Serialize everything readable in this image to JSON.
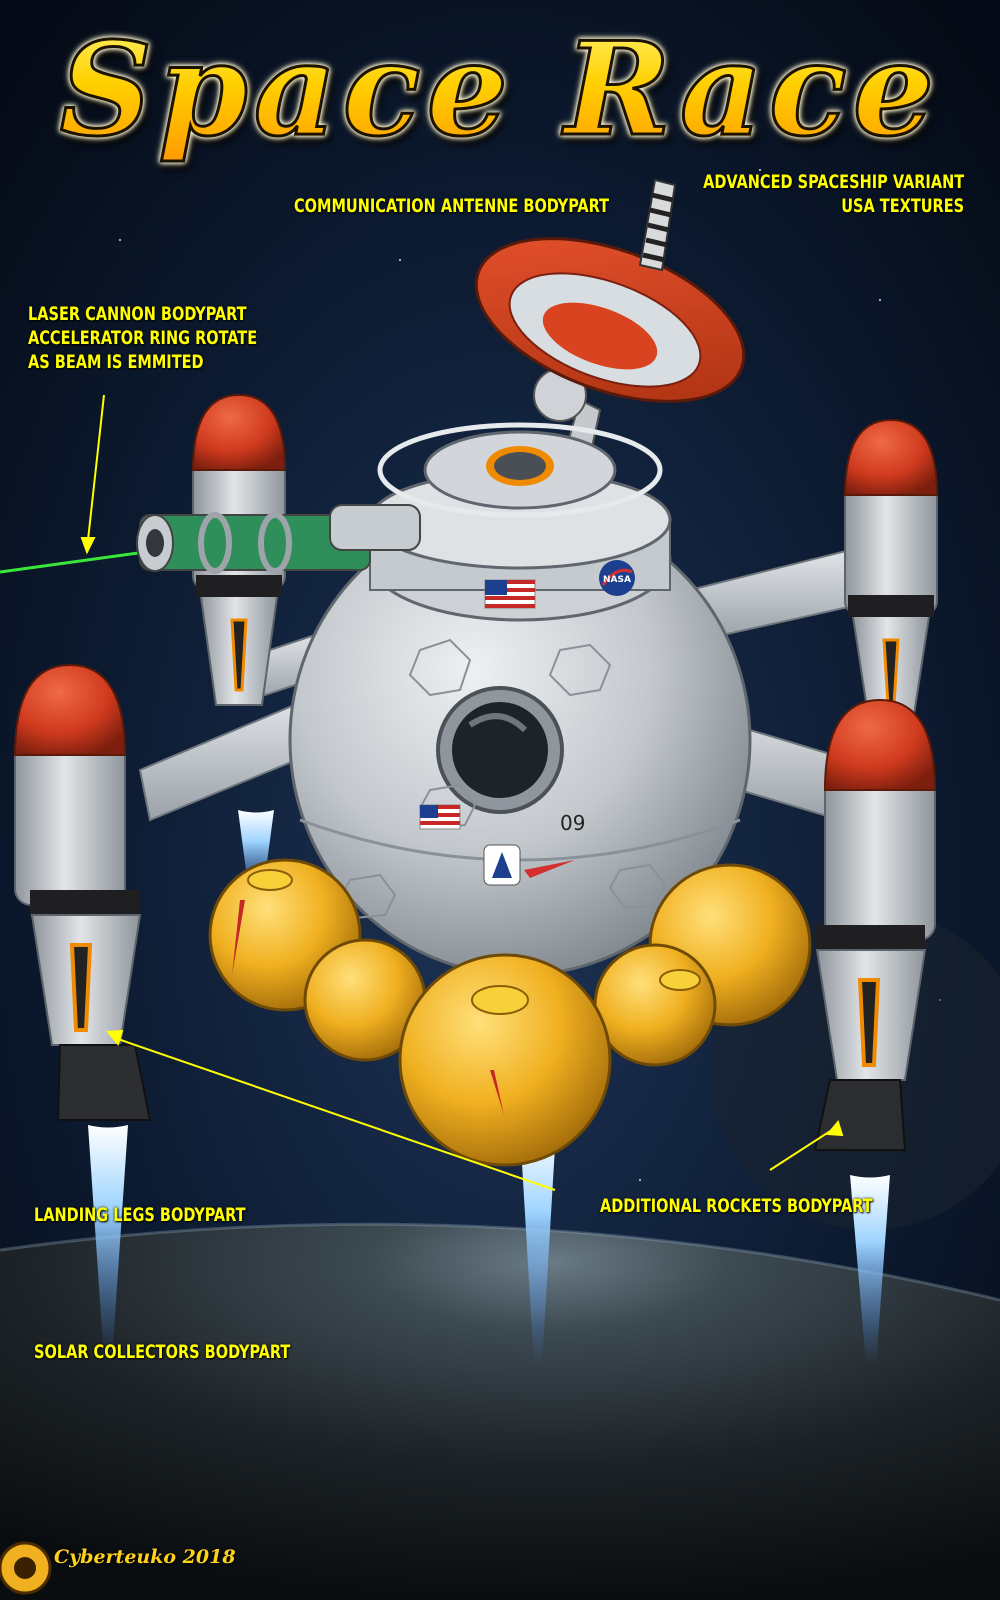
{
  "title": "Space Race",
  "labels": {
    "communication_antenna": "COMMUNICATION ANTENNE BODYPART",
    "variant": [
      "ADVANCED SPACESHIP VARIANT",
      "USA TEXTURES"
    ],
    "laser_cannon": [
      "LASER CANNON BODYPART",
      "ACCELERATOR RING ROTATE",
      "AS BEAM IS EMMITED"
    ],
    "landing_legs": "LANDING LEGS BODYPART",
    "additional_rockets": "ADDITIONAL ROCKETS BODYPART",
    "solar_collectors": "SOLAR COLLECTORS BODYPART"
  },
  "ship": {
    "hull_number": "09",
    "badge": "NASA"
  },
  "signature": "Cyberteuko 2018",
  "colors": {
    "label": "#ffff00",
    "title_fill": "#ffd21a",
    "space_bg": "#0a1322",
    "hull": "#c9cdd1",
    "rocket_cap": "#cf3a1e",
    "solar_pods": "#f0b020",
    "laser": "#3cff3c",
    "flame": "#9fd4ff"
  },
  "icons": [
    "us-flag-icon",
    "nasa-logo-icon",
    "mission-patch-icon",
    "signature-gear-icon"
  ]
}
